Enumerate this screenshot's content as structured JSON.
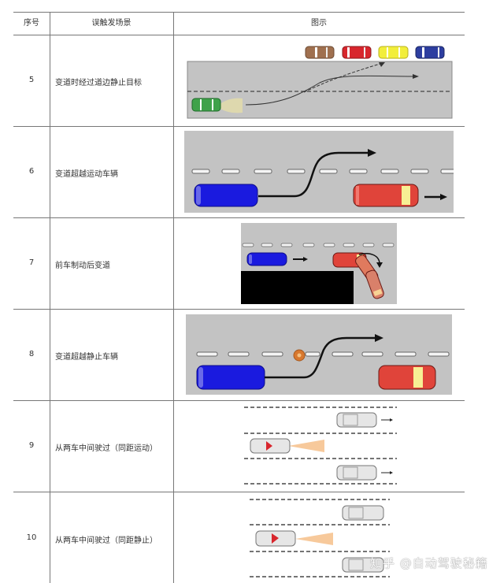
{
  "table": {
    "headers": [
      "序号",
      "误触发场景",
      "图示"
    ],
    "rows": [
      {
        "num": "5",
        "scenario": "变道时经过道边静止目标",
        "figure": "lane-change-past-roadside-stationary-cars"
      },
      {
        "num": "6",
        "scenario": "变道超越运动车辆",
        "figure": "lane-change-overtake-moving-vehicle"
      },
      {
        "num": "7",
        "scenario": "前车制动后变道",
        "figure": "front-car-brakes-then-changes-lane"
      },
      {
        "num": "8",
        "scenario": "变道超越静止车辆",
        "figure": "lane-change-overtake-stationary-vehicle"
      },
      {
        "num": "9",
        "scenario": "从两车中间驶过（同距运动）",
        "figure": "pass-between-two-moving-cars"
      },
      {
        "num": "10",
        "scenario": "从两车中间驶过（同距静止）",
        "figure": "pass-between-two-stationary-cars"
      }
    ]
  },
  "colors": {
    "road": "#c3c3c3",
    "lane_marking": "#ffffff",
    "ego_blue": "#1a1adf",
    "target_red": "#e0443a",
    "brown_car": "#a0704f",
    "yellow_car": "#f2ee3a",
    "navy_car": "#2d3ea0",
    "green_car": "#3fa24a",
    "obstacle_black": "#000000",
    "cone_orange": "#d8782e",
    "radar_beam": "#f6c089"
  },
  "watermark": "知乎 @自动驾驶秘籍"
}
